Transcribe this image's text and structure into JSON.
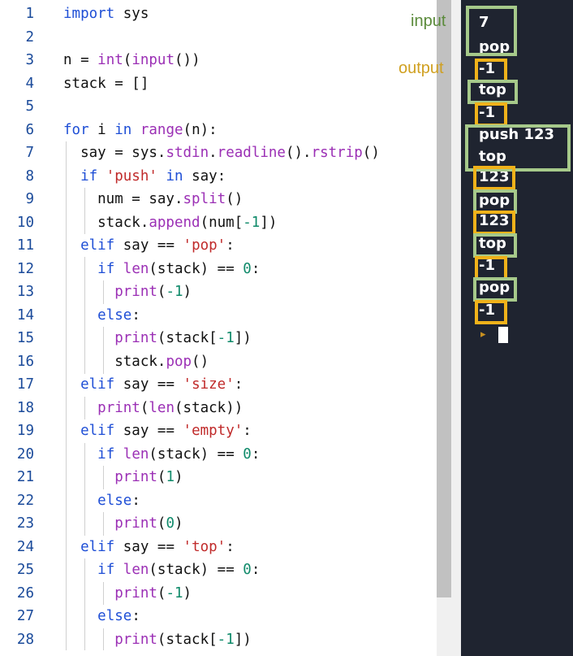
{
  "editor": {
    "lines": [
      {
        "n": "1",
        "seg": [
          {
            "t": "import",
            "c": "kw"
          },
          {
            "t": " sys",
            "c": ""
          }
        ]
      },
      {
        "n": "2",
        "seg": []
      },
      {
        "n": "3",
        "seg": [
          {
            "t": "n = ",
            "c": ""
          },
          {
            "t": "int",
            "c": "fn"
          },
          {
            "t": "(",
            "c": ""
          },
          {
            "t": "input",
            "c": "fn"
          },
          {
            "t": "())",
            "c": ""
          }
        ]
      },
      {
        "n": "4",
        "seg": [
          {
            "t": "stack = []",
            "c": ""
          }
        ]
      },
      {
        "n": "5",
        "seg": []
      },
      {
        "n": "6",
        "seg": [
          {
            "t": "for",
            "c": "kw"
          },
          {
            "t": " i ",
            "c": ""
          },
          {
            "t": "in",
            "c": "kw"
          },
          {
            "t": " ",
            "c": ""
          },
          {
            "t": "range",
            "c": "fn"
          },
          {
            "t": "(n):",
            "c": ""
          }
        ]
      },
      {
        "n": "7",
        "seg": [
          {
            "t": "  say = sys.",
            "c": ""
          },
          {
            "t": "stdin",
            "c": "fn"
          },
          {
            "t": ".",
            "c": ""
          },
          {
            "t": "readline",
            "c": "fn"
          },
          {
            "t": "().",
            "c": ""
          },
          {
            "t": "rstrip",
            "c": "fn"
          },
          {
            "t": "()",
            "c": ""
          }
        ]
      },
      {
        "n": "8",
        "seg": [
          {
            "t": "  ",
            "c": ""
          },
          {
            "t": "if",
            "c": "kw"
          },
          {
            "t": " ",
            "c": ""
          },
          {
            "t": "'push'",
            "c": "st"
          },
          {
            "t": " ",
            "c": ""
          },
          {
            "t": "in",
            "c": "kw"
          },
          {
            "t": " say:",
            "c": ""
          }
        ]
      },
      {
        "n": "9",
        "seg": [
          {
            "t": "    num = say.",
            "c": ""
          },
          {
            "t": "split",
            "c": "fn"
          },
          {
            "t": "()",
            "c": ""
          }
        ]
      },
      {
        "n": "10",
        "seg": [
          {
            "t": "    stack.",
            "c": ""
          },
          {
            "t": "append",
            "c": "fn"
          },
          {
            "t": "(num[",
            "c": ""
          },
          {
            "t": "-1",
            "c": "nm"
          },
          {
            "t": "])",
            "c": ""
          }
        ]
      },
      {
        "n": "11",
        "seg": [
          {
            "t": "  ",
            "c": ""
          },
          {
            "t": "elif",
            "c": "kw"
          },
          {
            "t": " say == ",
            "c": ""
          },
          {
            "t": "'pop'",
            "c": "st"
          },
          {
            "t": ":",
            "c": ""
          }
        ]
      },
      {
        "n": "12",
        "seg": [
          {
            "t": "    ",
            "c": ""
          },
          {
            "t": "if",
            "c": "kw"
          },
          {
            "t": " ",
            "c": ""
          },
          {
            "t": "len",
            "c": "fn"
          },
          {
            "t": "(stack) == ",
            "c": ""
          },
          {
            "t": "0",
            "c": "nm"
          },
          {
            "t": ":",
            "c": ""
          }
        ]
      },
      {
        "n": "13",
        "seg": [
          {
            "t": "      ",
            "c": ""
          },
          {
            "t": "print",
            "c": "fn"
          },
          {
            "t": "(",
            "c": ""
          },
          {
            "t": "-1",
            "c": "nm"
          },
          {
            "t": ")",
            "c": ""
          }
        ]
      },
      {
        "n": "14",
        "seg": [
          {
            "t": "    ",
            "c": ""
          },
          {
            "t": "else",
            "c": "kw"
          },
          {
            "t": ":",
            "c": ""
          }
        ]
      },
      {
        "n": "15",
        "seg": [
          {
            "t": "      ",
            "c": ""
          },
          {
            "t": "print",
            "c": "fn"
          },
          {
            "t": "(stack[",
            "c": ""
          },
          {
            "t": "-1",
            "c": "nm"
          },
          {
            "t": "])",
            "c": ""
          }
        ]
      },
      {
        "n": "16",
        "seg": [
          {
            "t": "      stack.",
            "c": ""
          },
          {
            "t": "pop",
            "c": "fn"
          },
          {
            "t": "()",
            "c": ""
          }
        ]
      },
      {
        "n": "17",
        "seg": [
          {
            "t": "  ",
            "c": ""
          },
          {
            "t": "elif",
            "c": "kw"
          },
          {
            "t": " say == ",
            "c": ""
          },
          {
            "t": "'size'",
            "c": "st"
          },
          {
            "t": ":",
            "c": ""
          }
        ]
      },
      {
        "n": "18",
        "seg": [
          {
            "t": "    ",
            "c": ""
          },
          {
            "t": "print",
            "c": "fn"
          },
          {
            "t": "(",
            "c": ""
          },
          {
            "t": "len",
            "c": "fn"
          },
          {
            "t": "(stack))",
            "c": ""
          }
        ]
      },
      {
        "n": "19",
        "seg": [
          {
            "t": "  ",
            "c": ""
          },
          {
            "t": "elif",
            "c": "kw"
          },
          {
            "t": " say == ",
            "c": ""
          },
          {
            "t": "'empty'",
            "c": "st"
          },
          {
            "t": ":",
            "c": ""
          }
        ]
      },
      {
        "n": "20",
        "seg": [
          {
            "t": "    ",
            "c": ""
          },
          {
            "t": "if",
            "c": "kw"
          },
          {
            "t": " ",
            "c": ""
          },
          {
            "t": "len",
            "c": "fn"
          },
          {
            "t": "(stack) == ",
            "c": ""
          },
          {
            "t": "0",
            "c": "nm"
          },
          {
            "t": ":",
            "c": ""
          }
        ]
      },
      {
        "n": "21",
        "seg": [
          {
            "t": "      ",
            "c": ""
          },
          {
            "t": "print",
            "c": "fn"
          },
          {
            "t": "(",
            "c": ""
          },
          {
            "t": "1",
            "c": "nm"
          },
          {
            "t": ")",
            "c": ""
          }
        ]
      },
      {
        "n": "22",
        "seg": [
          {
            "t": "    ",
            "c": ""
          },
          {
            "t": "else",
            "c": "kw"
          },
          {
            "t": ":",
            "c": ""
          }
        ]
      },
      {
        "n": "23",
        "seg": [
          {
            "t": "      ",
            "c": ""
          },
          {
            "t": "print",
            "c": "fn"
          },
          {
            "t": "(",
            "c": ""
          },
          {
            "t": "0",
            "c": "nm"
          },
          {
            "t": ")",
            "c": ""
          }
        ]
      },
      {
        "n": "24",
        "seg": [
          {
            "t": "  ",
            "c": ""
          },
          {
            "t": "elif",
            "c": "kw"
          },
          {
            "t": " say == ",
            "c": ""
          },
          {
            "t": "'top'",
            "c": "st"
          },
          {
            "t": ":",
            "c": ""
          }
        ]
      },
      {
        "n": "25",
        "seg": [
          {
            "t": "    ",
            "c": ""
          },
          {
            "t": "if",
            "c": "kw"
          },
          {
            "t": " ",
            "c": ""
          },
          {
            "t": "len",
            "c": "fn"
          },
          {
            "t": "(stack) == ",
            "c": ""
          },
          {
            "t": "0",
            "c": "nm"
          },
          {
            "t": ":",
            "c": ""
          }
        ]
      },
      {
        "n": "26",
        "seg": [
          {
            "t": "      ",
            "c": ""
          },
          {
            "t": "print",
            "c": "fn"
          },
          {
            "t": "(",
            "c": ""
          },
          {
            "t": "-1",
            "c": "nm"
          },
          {
            "t": ")",
            "c": ""
          }
        ]
      },
      {
        "n": "27",
        "seg": [
          {
            "t": "    ",
            "c": ""
          },
          {
            "t": "else",
            "c": "kw"
          },
          {
            "t": ":",
            "c": ""
          }
        ]
      },
      {
        "n": "28",
        "seg": [
          {
            "t": "      ",
            "c": ""
          },
          {
            "t": "print",
            "c": "fn"
          },
          {
            "t": "(stack[",
            "c": ""
          },
          {
            "t": "-1",
            "c": "nm"
          },
          {
            "t": "])",
            "c": ""
          }
        ]
      }
    ]
  },
  "annotations": {
    "input_label": "input",
    "output_label": "output",
    "input_color": "#5a8a3a",
    "output_color": "#d0a020",
    "input_box_color": "#a6c98a",
    "output_box_color": "#f0b21a"
  },
  "terminal": {
    "lines": [
      "7",
      "pop",
      "-1",
      "top",
      "-1",
      "push 123",
      "top",
      "123",
      "pop",
      "123",
      "top",
      "-1",
      "pop",
      "-1"
    ],
    "line_kinds": [
      "input",
      "input",
      "output",
      "input",
      "output",
      "input",
      "input",
      "output",
      "input",
      "output",
      "input",
      "output",
      "input",
      "output"
    ],
    "prompt_icon": "prompt-chevron-icon"
  },
  "colors": {
    "keyword": "#1f4fd6",
    "function": "#9b2fb5",
    "string": "#c02a2a",
    "number": "#0f8a6a",
    "line_number": "#1a4a9a",
    "terminal_bg": "#1f2430"
  }
}
